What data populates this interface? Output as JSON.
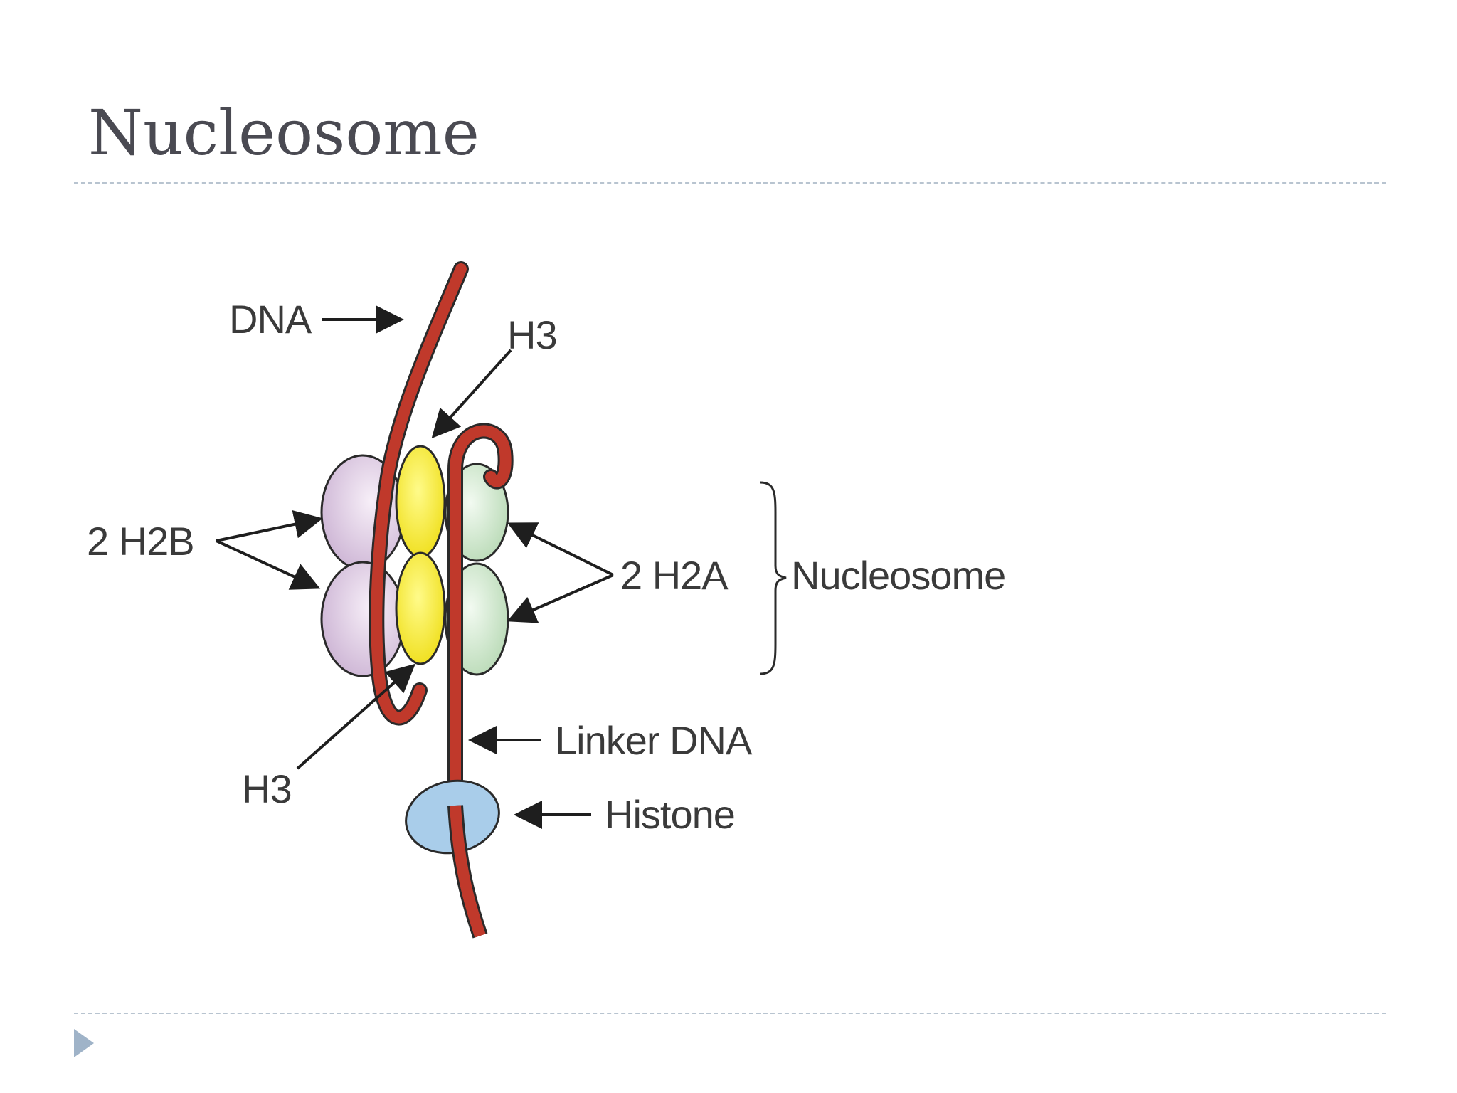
{
  "slide": {
    "title": "Nucleosome"
  },
  "diagram": {
    "labels": {
      "dna": "DNA",
      "h3_top": "H3",
      "h2b": "2 H2B",
      "h2a": "2 H2A",
      "nucleosome": "Nucleosome",
      "h3_bottom": "H3",
      "linker_dna": "Linker DNA",
      "histone": "Histone"
    },
    "colors": {
      "dna": "#c0392b",
      "h2b": "#e6d6ea",
      "h3": "#f4ea1e",
      "h2a": "#d8efd6",
      "histone_h1": "#a9cdea",
      "outline": "#2a2a2a",
      "accent_rule": "#b8c4d0",
      "nav_arrow": "#9fb3c8"
    }
  }
}
